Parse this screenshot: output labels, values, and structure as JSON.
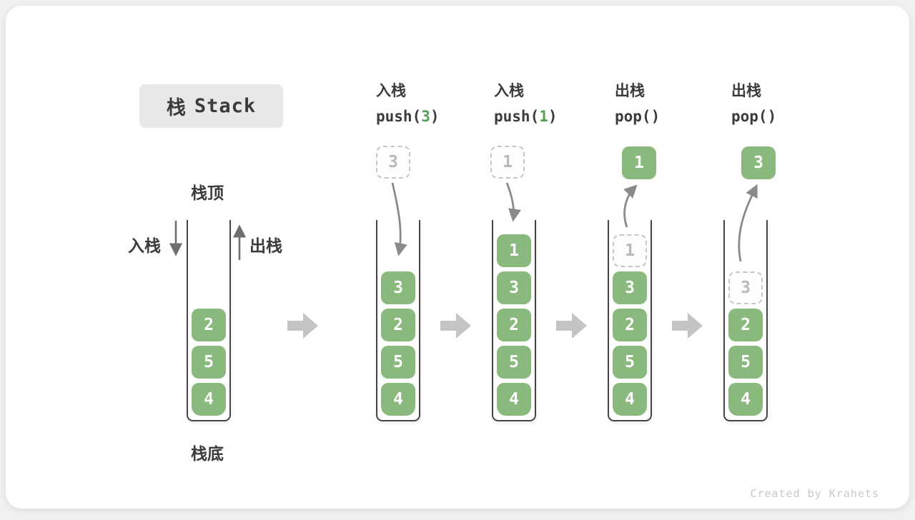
{
  "title": {
    "zh": "栈",
    "en": "Stack"
  },
  "stage1": {
    "top_label": "栈顶",
    "bottom_label": "栈底",
    "push_label": "入栈",
    "pop_label": "出栈"
  },
  "columns": [
    {
      "op": "入栈",
      "code_pre": "push(",
      "code_arg": "3",
      "code_post": ")"
    },
    {
      "op": "入栈",
      "code_pre": "push(",
      "code_arg": "1",
      "code_post": ")"
    },
    {
      "op": "出栈",
      "code_pre": "pop(",
      "code_arg": "",
      "code_post": ")"
    },
    {
      "op": "出栈",
      "code_pre": "pop(",
      "code_arg": "",
      "code_post": ")"
    }
  ],
  "stages": [
    {
      "cells": [
        "2",
        "5",
        "4"
      ]
    },
    {
      "floating": "3",
      "cells": [
        "3",
        "2",
        "5",
        "4"
      ]
    },
    {
      "floating": "1",
      "cells": [
        "1",
        "3",
        "2",
        "5",
        "4"
      ]
    },
    {
      "floating": "1",
      "ghost": "1",
      "cells": [
        "3",
        "2",
        "5",
        "4"
      ]
    },
    {
      "floating": "3",
      "ghost": "3",
      "cells": [
        "2",
        "5",
        "4"
      ]
    }
  ],
  "footer": "Created by Krahets",
  "colors": {
    "element_green": "#8ab97d",
    "code_accent_green": "#55a055",
    "stage_arrow_gray": "#c4c4c4",
    "flow_arrow_gray": "#8a8a8a",
    "ghost_border": "#c6c6c6",
    "ghost_text": "#b9b9b9",
    "text_dark": "#3b3b3b",
    "title_bg": "#e8e8e8",
    "footer_gray": "#c9c9c9"
  },
  "icons": {
    "stage_arrow": "block-arrow-right",
    "push_arrow": "curved-arrow-down",
    "pop_arrow": "curved-arrow-up",
    "in_arrow": "straight-arrow-down",
    "out_arrow": "straight-arrow-up"
  }
}
